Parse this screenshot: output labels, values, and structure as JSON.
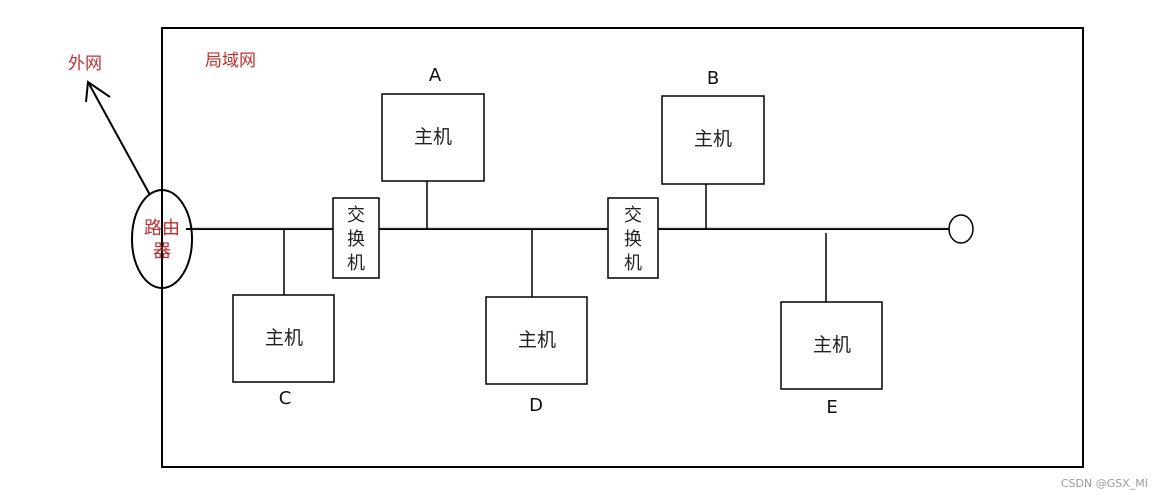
{
  "labels": {
    "outer_net": "外网",
    "lan": "局域网",
    "router": [
      "路由",
      "器"
    ],
    "switch": [
      "交",
      "换",
      "机"
    ],
    "watermark": "CSDN @GSX_MI"
  },
  "hosts": [
    {
      "id": "A",
      "text": "主机",
      "letter": "A"
    },
    {
      "id": "B",
      "text": "主机",
      "letter": "B"
    },
    {
      "id": "C",
      "text": "主机",
      "letter": "C"
    },
    {
      "id": "D",
      "text": "主机",
      "letter": "D"
    },
    {
      "id": "E",
      "text": "主机",
      "letter": "E"
    }
  ],
  "colors": {
    "accent_red": "#c0302f",
    "line": "#000000"
  }
}
